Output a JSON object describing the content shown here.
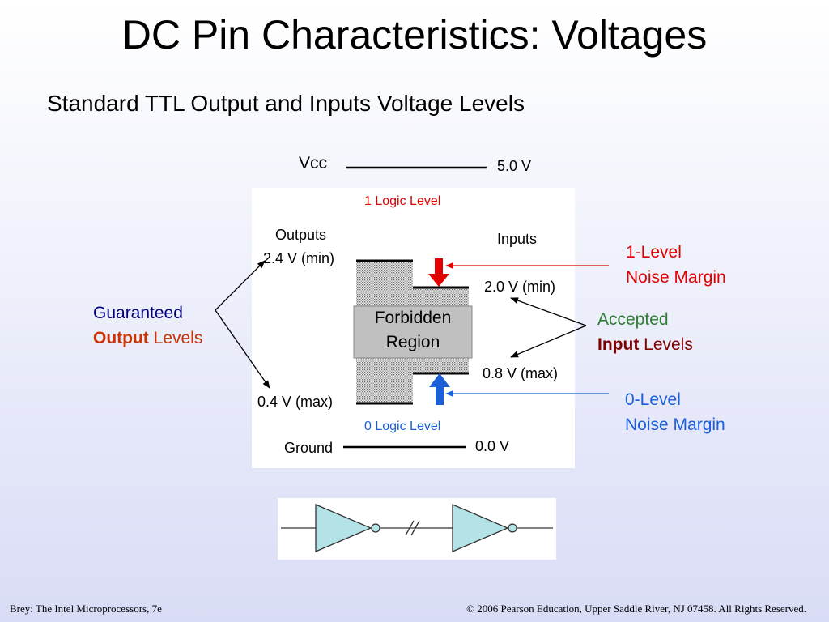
{
  "slide": {
    "title": "DC Pin Characteristics: Voltages",
    "subtitle": "Standard TTL Output and Inputs Voltage Levels"
  },
  "diagram": {
    "vcc_label": "Vcc",
    "vcc_value": "5.0 V",
    "logic1_label": "1 Logic Level",
    "logic0_label": "0 Logic Level",
    "outputs_header": "Outputs",
    "inputs_header": "Inputs",
    "voh_min": "2.4 V (min)",
    "vol_max": "0.4 V (max)",
    "vih_min": "2.0 V (min)",
    "vil_max": "0.8 V (max)",
    "forbidden_line1": "Forbidden",
    "forbidden_line2": "Region",
    "ground_label": "Ground",
    "ground_value": "0.0 V"
  },
  "annotations": {
    "guaranteed_line1": "Guaranteed",
    "guaranteed_bold": "Output",
    "guaranteed_rest": " Levels",
    "accepted_line1": "Accepted",
    "accepted_bold": "Input",
    "accepted_rest": " Levels",
    "noise1_line1": "1-Level",
    "noise1_line2": "Noise Margin",
    "noise0_line1": "0-Level",
    "noise0_line2": "Noise Margin"
  },
  "colors": {
    "guaranteed": "#000080",
    "output_emphasis": "#cc3300",
    "accepted": "#2e7d32",
    "input_emphasis": "#800000",
    "noise1": "#e00000",
    "noise0": "#1a5fd8",
    "logic1_text": "#e00000",
    "logic0_text": "#1a5fd8",
    "gate_fill": "#b3e3e6"
  },
  "footer": {
    "left": "Brey: The Intel Microprocessors, 7e",
    "right": "© 2006 Pearson Education, Upper Saddle River, NJ 07458. All Rights Reserved."
  }
}
